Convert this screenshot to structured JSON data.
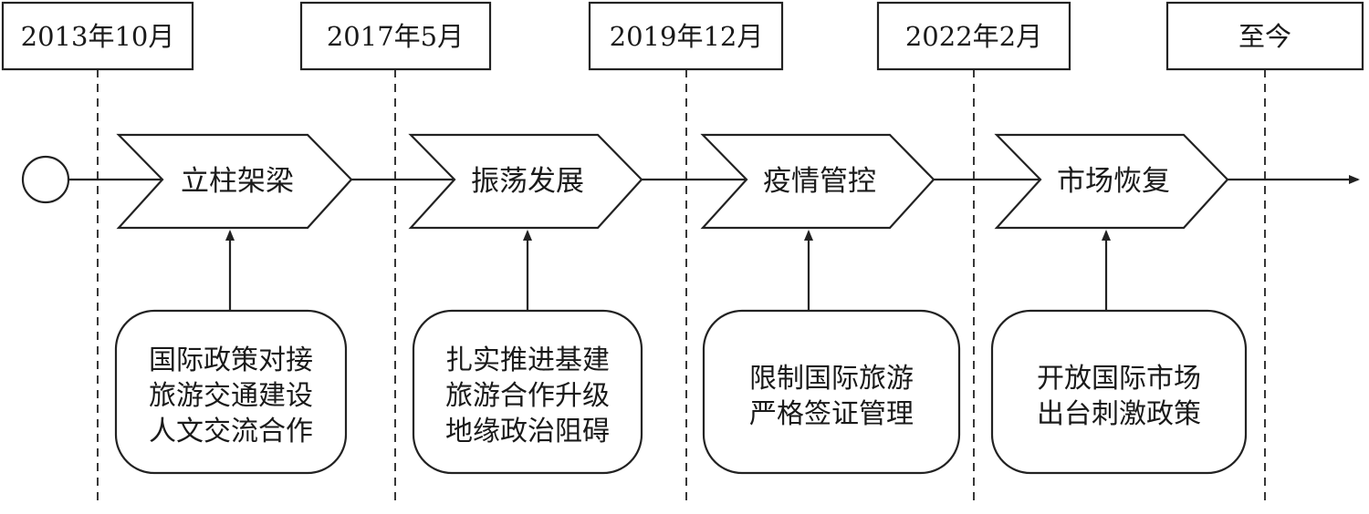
{
  "diagram": {
    "dates": [
      "2013年10月",
      "2017年5月",
      "2019年12月",
      "2022年2月",
      "至今"
    ],
    "phases": [
      "立柱架梁",
      "振荡发展",
      "疫情管控",
      "市场恢复"
    ],
    "factors": [
      [
        "国际政策对接",
        "旅游交通建设",
        "人文交流合作"
      ],
      [
        "扎实推进基建",
        "旅游合作升级",
        "地缘政治阻碍"
      ],
      [
        "限制国际旅游",
        "严格签证管理"
      ],
      [
        "开放国际市场",
        "出台刺激政策"
      ]
    ]
  }
}
